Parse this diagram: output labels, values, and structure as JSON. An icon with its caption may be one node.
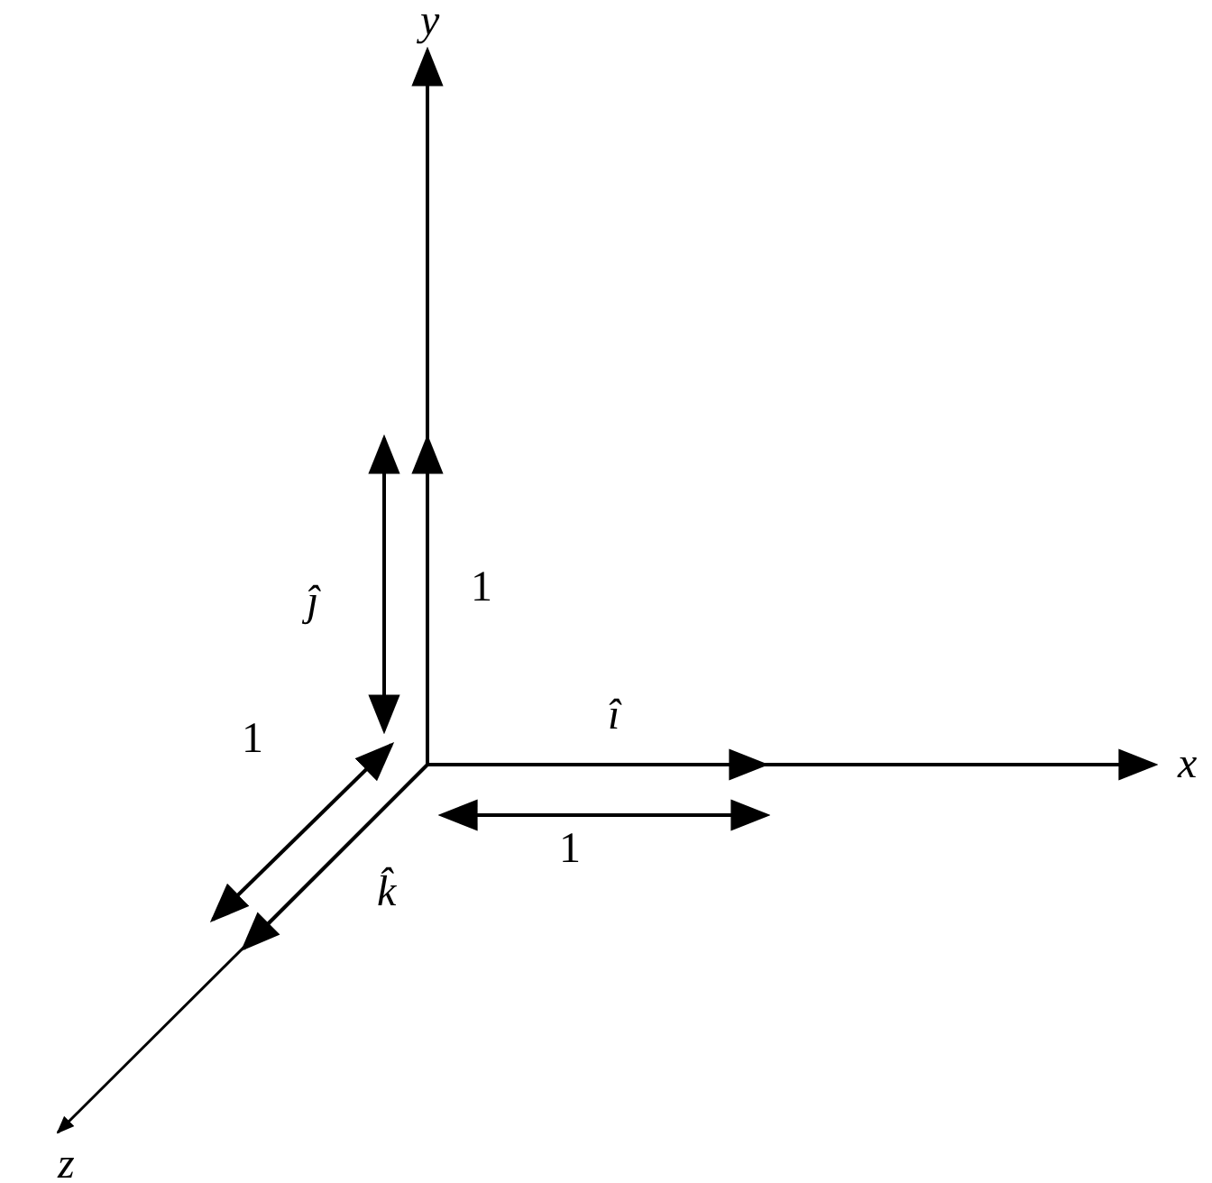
{
  "diagram": {
    "labels": [
      "y",
      "ĵ",
      "1",
      "î",
      "x",
      "1",
      "1",
      "k̂",
      "z"
    ]
  }
}
